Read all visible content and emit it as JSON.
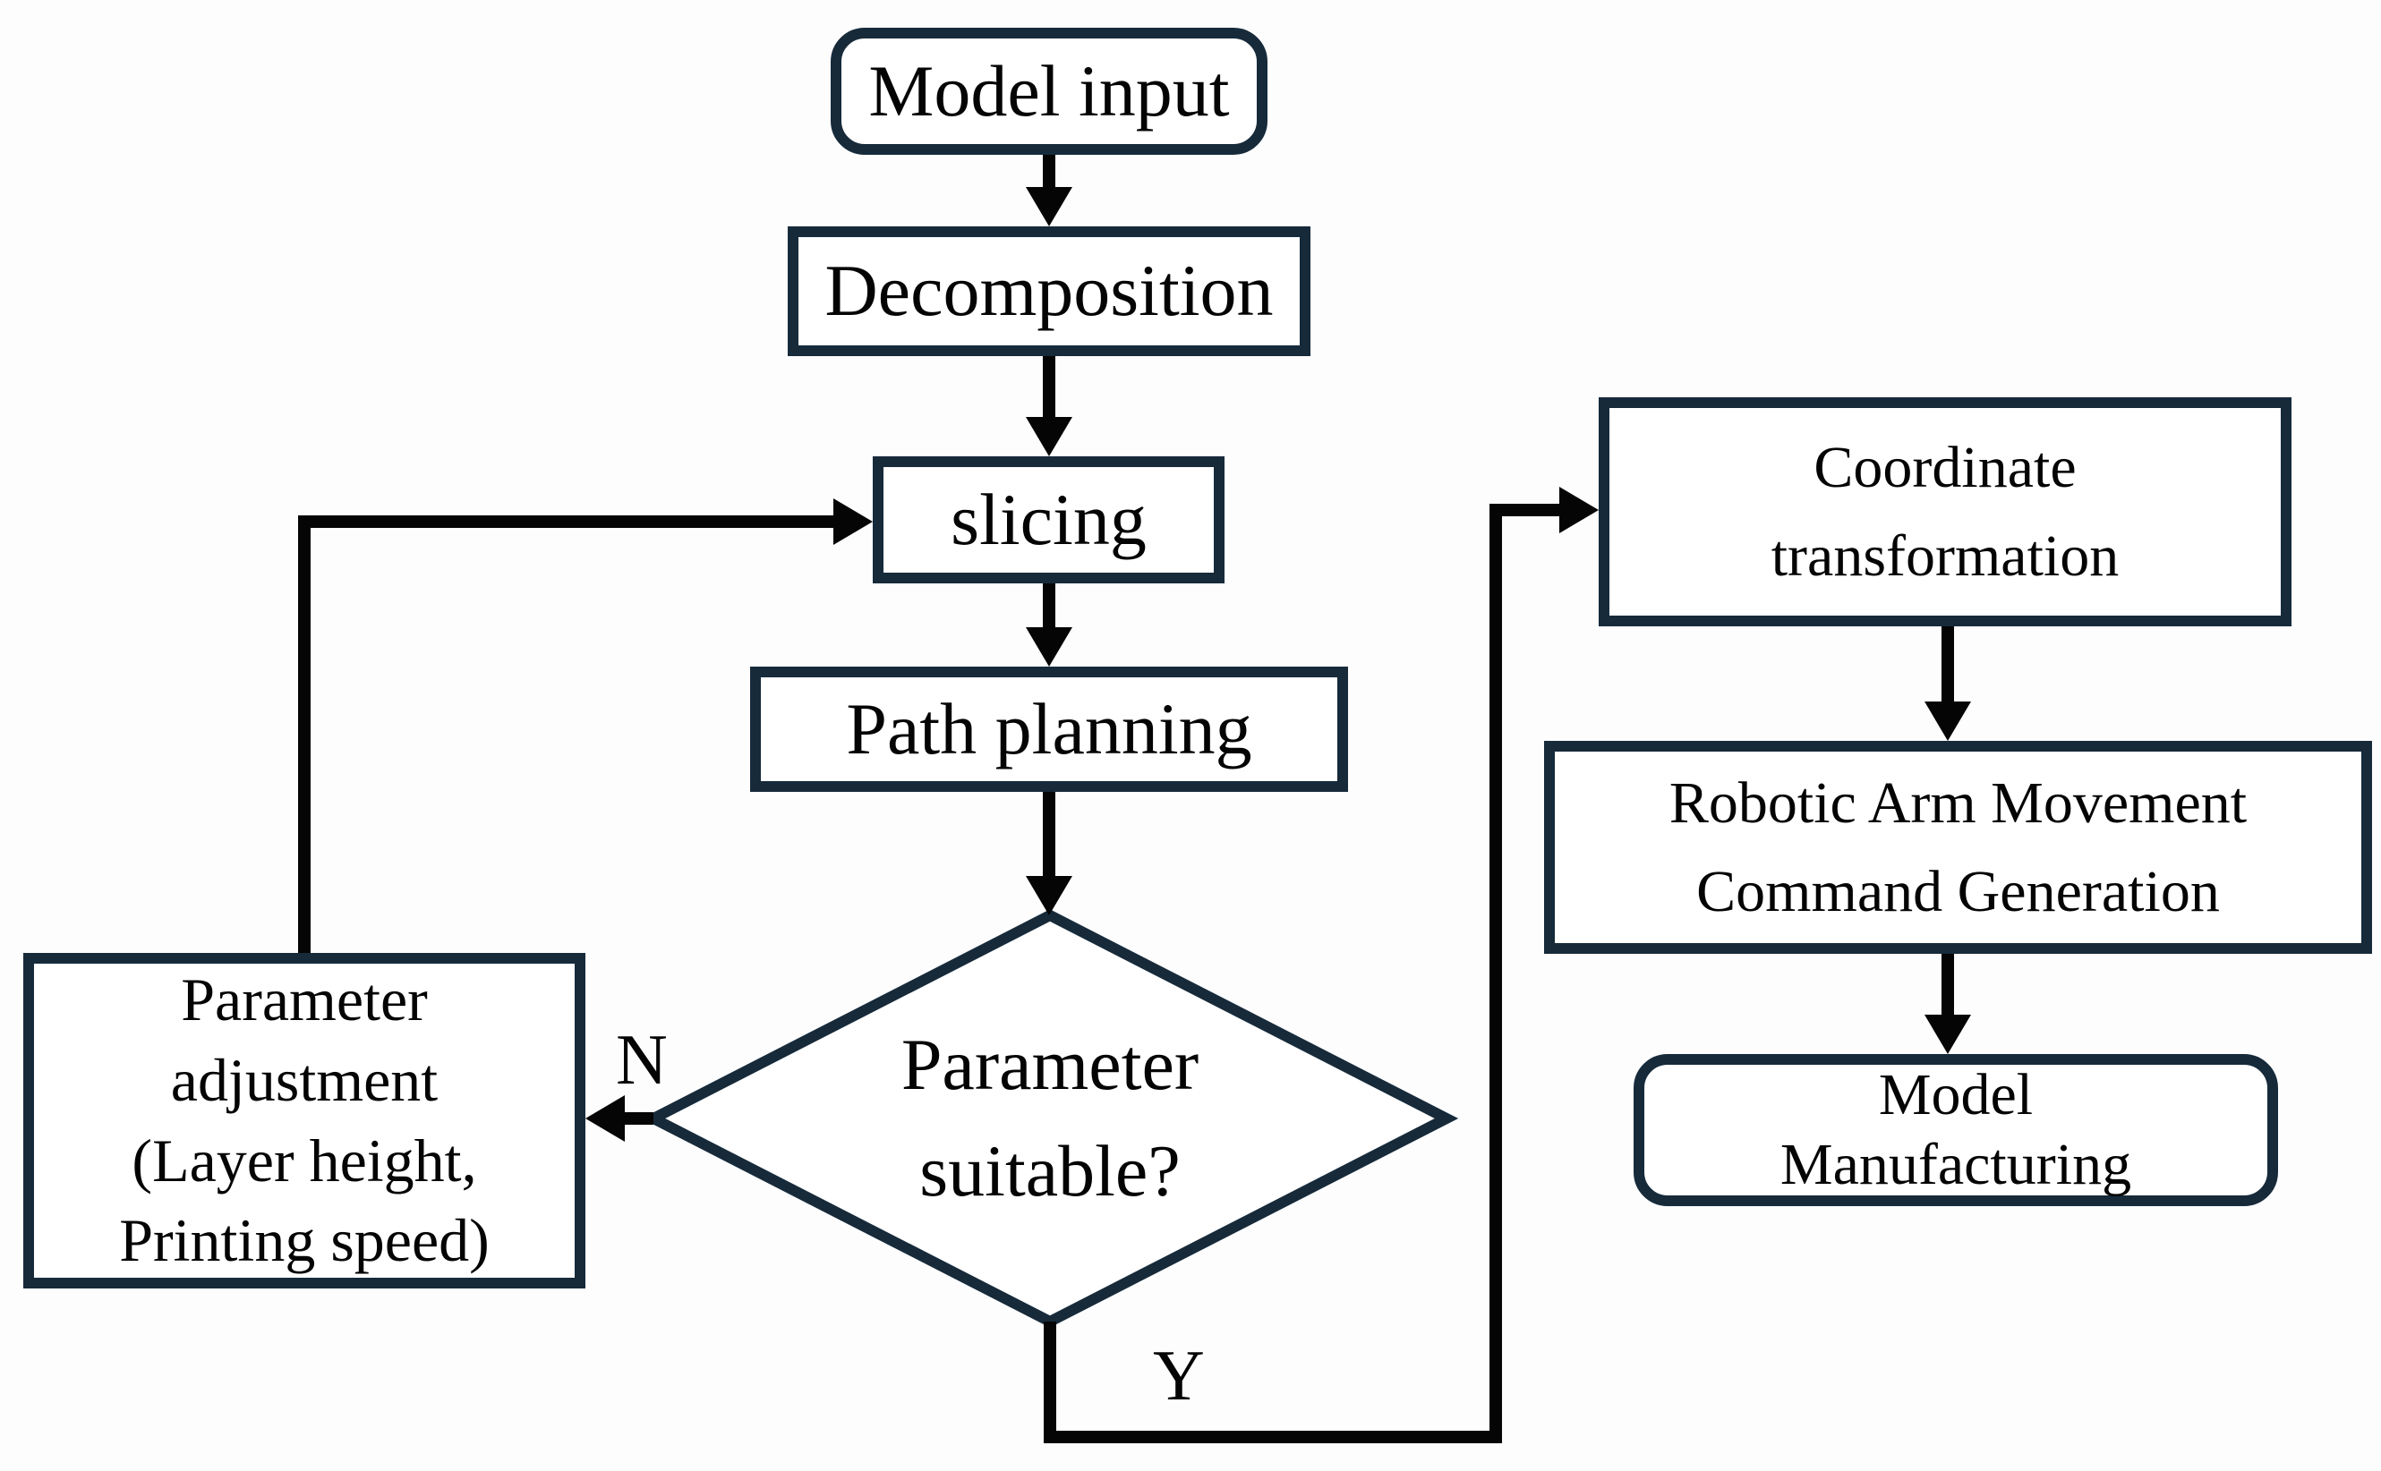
{
  "diagram": {
    "type": "flowchart",
    "description": "3D printing robotic arm manufacturing process flowchart"
  },
  "colors": {
    "box_border": "#162a3a",
    "box_fill": "#ffffff",
    "arrow": "#050505",
    "text": "#040404",
    "background": "#fdfdfe"
  },
  "nodes": {
    "model_input": {
      "label": "Model input",
      "shape": "rounded-rectangle"
    },
    "decomposition": {
      "label": "Decomposition",
      "shape": "rectangle"
    },
    "slicing": {
      "label": "slicing",
      "shape": "rectangle"
    },
    "path_planning": {
      "label": "Path planning",
      "shape": "rectangle"
    },
    "parameter_suitable": {
      "label": "Parameter\nsuitable?",
      "shape": "diamond"
    },
    "parameter_adjustment": {
      "label": "Parameter\nadjustment\n(Layer height,\nPrinting speed)",
      "shape": "rectangle"
    },
    "coordinate_transformation": {
      "label": "Coordinate\ntransformation",
      "shape": "rectangle"
    },
    "robotic_arm_command": {
      "label": "Robotic Arm Movement\nCommand Generation",
      "shape": "rectangle"
    },
    "model_manufacturing": {
      "label": "Model\nManufacturing",
      "shape": "rounded-rectangle"
    }
  },
  "edge_labels": {
    "no": "N",
    "yes": "Y"
  },
  "edges": [
    {
      "from": "model_input",
      "to": "decomposition"
    },
    {
      "from": "decomposition",
      "to": "slicing"
    },
    {
      "from": "slicing",
      "to": "path_planning"
    },
    {
      "from": "path_planning",
      "to": "parameter_suitable"
    },
    {
      "from": "parameter_suitable",
      "to": "parameter_adjustment",
      "label": "N"
    },
    {
      "from": "parameter_adjustment",
      "to": "slicing"
    },
    {
      "from": "parameter_suitable",
      "to": "coordinate_transformation",
      "label": "Y"
    },
    {
      "from": "coordinate_transformation",
      "to": "robotic_arm_command"
    },
    {
      "from": "robotic_arm_command",
      "to": "model_manufacturing"
    }
  ]
}
